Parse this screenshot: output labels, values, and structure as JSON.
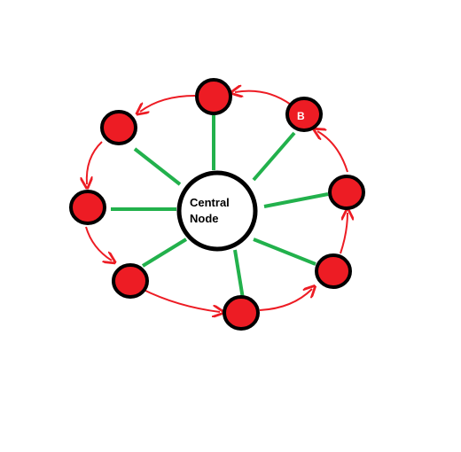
{
  "colors": {
    "background": "#ffffff",
    "node_fill": "#ed1c24",
    "node_stroke": "#000000",
    "center_fill": "#ffffff",
    "spoke": "#22b14c",
    "ring_arrow": "#ed1c24",
    "text": "#000000"
  },
  "central_node": {
    "label_line1": "Central",
    "label_line2": "Node"
  },
  "outer_nodes": [
    {
      "id": "top",
      "label": ""
    },
    {
      "id": "top-right",
      "label": "B"
    },
    {
      "id": "right",
      "label": ""
    },
    {
      "id": "bottom-right",
      "label": ""
    },
    {
      "id": "bottom",
      "label": ""
    },
    {
      "id": "bottom-left",
      "label": ""
    },
    {
      "id": "left",
      "label": ""
    },
    {
      "id": "top-left",
      "label": ""
    }
  ]
}
